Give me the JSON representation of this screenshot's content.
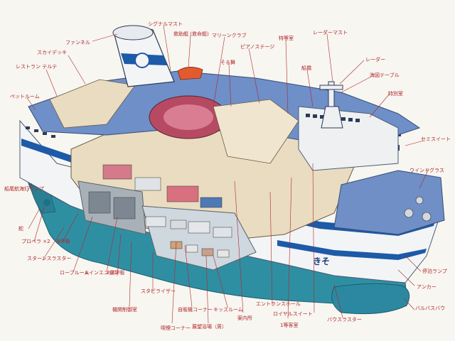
{
  "labels": {
    "funnel": "ファンネル",
    "sky_deck": "スカイデッキ",
    "restaurant_terrace": "レストラン テルテ",
    "pet_room": "ペットルーム",
    "stern_lamp": "船尾航海灯ランプ",
    "sail": "舵",
    "propeller": "プロペラ ×2",
    "b_deck": "B甲板",
    "stern_thruster": "スターンスラスター",
    "low_room": "ローブルーム",
    "main_engine": "メインエンジン",
    "second_deck": "2層甲板",
    "steering_room": "機関制御室",
    "stabilizer": "スタビライザー",
    "mahjong_corner": "喫煙コーナー",
    "vending": "自販機コーナー",
    "kids_room": "キッズルーム",
    "observation_bath": "展望浴場（男）",
    "info": "案内所",
    "entrance_hall": "エントランスホール",
    "royal_suite": "ロイヤルスイート",
    "first_class": "1等客室",
    "bow_thruster": "バウスラスター",
    "bulbous_bow": "バルバスバウ",
    "anchor": "アンカー",
    "anchor_lamp": "停泊ランプ",
    "window_glass": "ウインドグラス",
    "semi_suite": "セミスイート",
    "special_room": "特別室",
    "sea_chart": "海図テーブル",
    "radar": "レーダー",
    "radar_mast": "レーダーマスト",
    "special_class": "特等室",
    "bridge": "船橋",
    "piano_stage": "ピアノステージ",
    "grand_hall": "そる舞",
    "marine_club": "マリーンクラブ",
    "lifeboat": "救助艇 (救命艇)",
    "signal_cross": "シグナルマスト"
  },
  "ship_name": "きそ",
  "colors": {
    "label_red": "#b1262c",
    "hull_teal": "#2f8fa2",
    "hull_white": "#f3f4f6",
    "deck_blue": "#6e8fc8",
    "band_blue": "#1d5aa8"
  }
}
